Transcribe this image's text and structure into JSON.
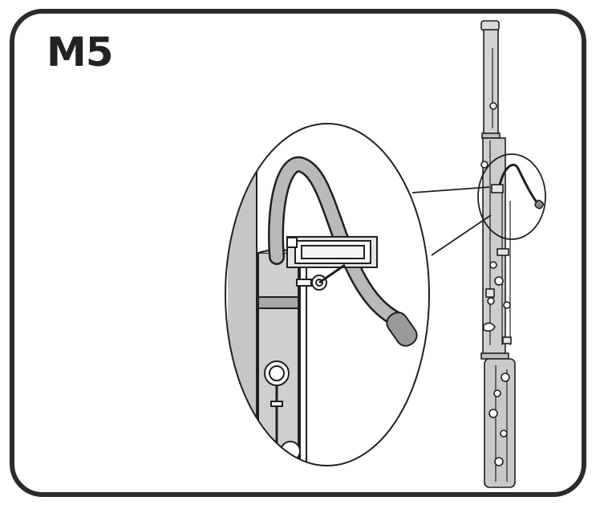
{
  "step": {
    "label": "M5"
  },
  "colors": {
    "frame": "#2b2b2b",
    "ink": "#231f20",
    "instrument_fill": "#cfcfcf",
    "instrument_light": "#e2e2e2",
    "instrument_dark": "#9a9a9a",
    "background": "#ffffff"
  },
  "icons": {
    "main": "bassoon-illustration",
    "detail": "bocal-attached-detail-magnifier"
  }
}
